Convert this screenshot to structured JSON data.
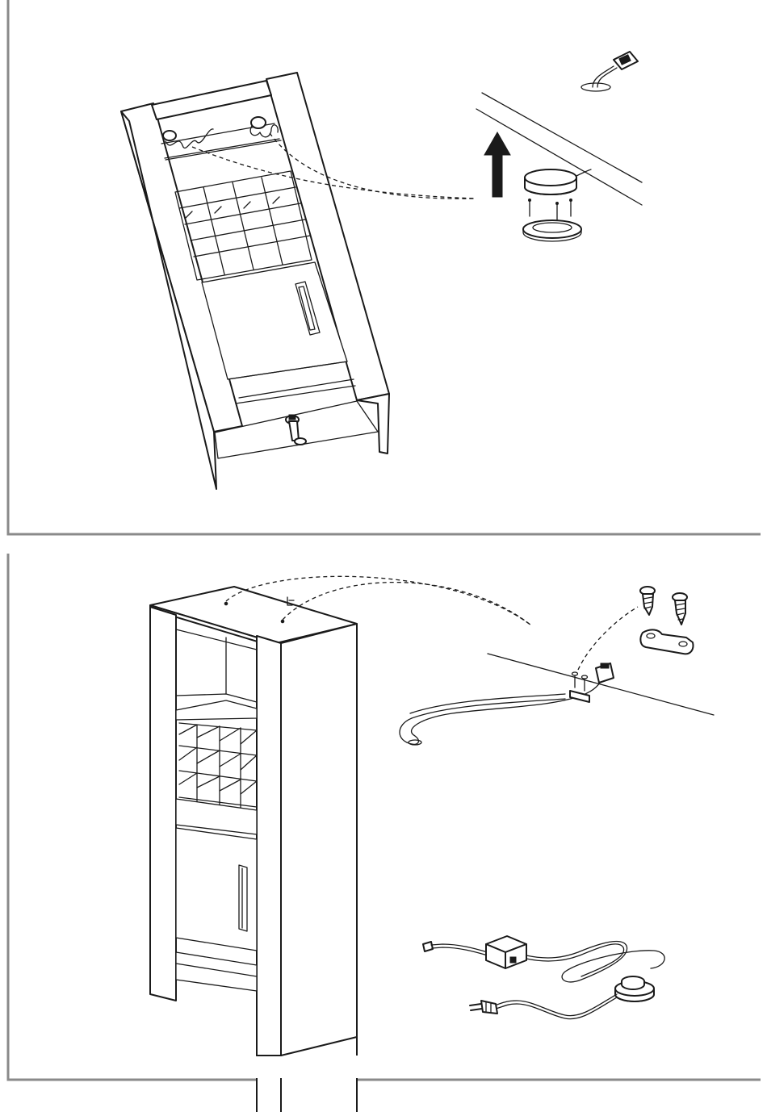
{
  "figure": {
    "panels": [
      {
        "id": 1,
        "content": [
          "cabinet-lying-on-back",
          "two-led-spotlights-in-top",
          "wire-routing",
          "spotlight-install-detail",
          "upward-arrow",
          "mounting-ring",
          "three-screws",
          "connector-plug"
        ]
      },
      {
        "id": 2,
        "content": [
          "cabinet-standing",
          "cable-routing-over-top",
          "cable-clip-with-two-screws",
          "power-adapter",
          "foot-switch",
          "euro-plug"
        ]
      }
    ],
    "colors": {
      "line": "#1a1a1a",
      "frame": "#8a8a8a",
      "background": "#ffffff"
    }
  }
}
